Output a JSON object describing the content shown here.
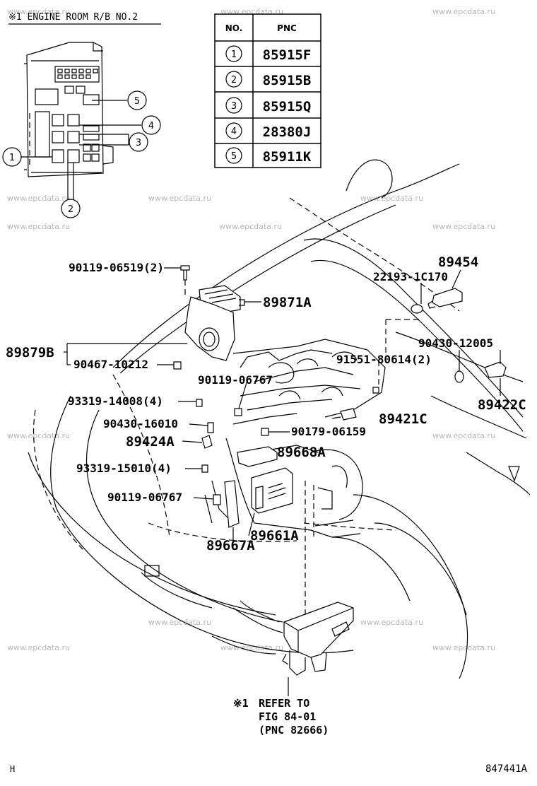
{
  "header_note": "※1 ENGINE ROOM  R/B NO.2",
  "table": {
    "headers": [
      "NO.",
      "PNC"
    ],
    "rows": [
      {
        "no": "1",
        "pnc": "85915F"
      },
      {
        "no": "2",
        "pnc": "85915B"
      },
      {
        "no": "3",
        "pnc": "85915Q"
      },
      {
        "no": "4",
        "pnc": "28380J"
      },
      {
        "no": "5",
        "pnc": "85911K"
      }
    ]
  },
  "relay_box_callouts": [
    "1",
    "2",
    "3",
    "4",
    "5"
  ],
  "part_labels": {
    "p_90119_06519": "90119-06519(2)",
    "p_89871A": "89871A",
    "p_89879B": "89879B",
    "p_90467_10212": "90467-10212",
    "p_90119_06767_top": "90119-06767",
    "p_93319_14008": "93319-14008(4)",
    "p_90430_16010": "90430-16010",
    "p_89424A": "89424A",
    "p_93319_15010": "93319-15010(4)",
    "p_90119_06767_bot": "90119-06767",
    "p_89667A": "89667A",
    "p_89661A": "89661A",
    "p_89668A": "89668A",
    "p_90179_06159": "90179-06159",
    "p_89421C": "89421C",
    "p_91551_80614": "91551-80614(2)",
    "p_90430_12005": "90430-12005",
    "p_89422C": "89422C",
    "p_22193_1C170": "22193-1C170",
    "p_89454": "89454"
  },
  "refer_note": {
    "mark": "※1",
    "line1": "REFER TO",
    "line2": "FIG 84-01",
    "line3": "(PNC 82666)"
  },
  "footer": {
    "left": "H",
    "right": "847441A"
  },
  "watermark": "www.epcdata.ru"
}
